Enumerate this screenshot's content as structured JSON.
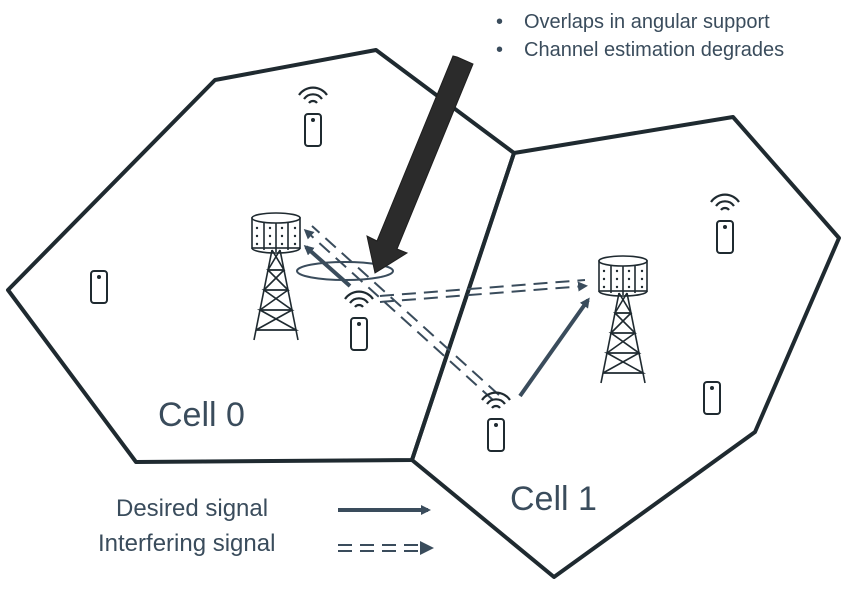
{
  "annotation": {
    "bullets": [
      "Overlaps in angular support",
      "Channel estimation degrades"
    ]
  },
  "cells": [
    {
      "label": "Cell 0"
    },
    {
      "label": "Cell 1"
    }
  ],
  "legend": {
    "desired": "Desired signal",
    "interfering": "Interfering signal"
  },
  "colors": {
    "cell_outline": "#1f2a30",
    "signal": "#3a4c5c",
    "text": "#3a4c5c",
    "pointer_arrow": "#2b2b2b"
  },
  "icons": [
    "cell-tower-icon",
    "mobile-phone-icon",
    "wifi-waves-icon"
  ]
}
